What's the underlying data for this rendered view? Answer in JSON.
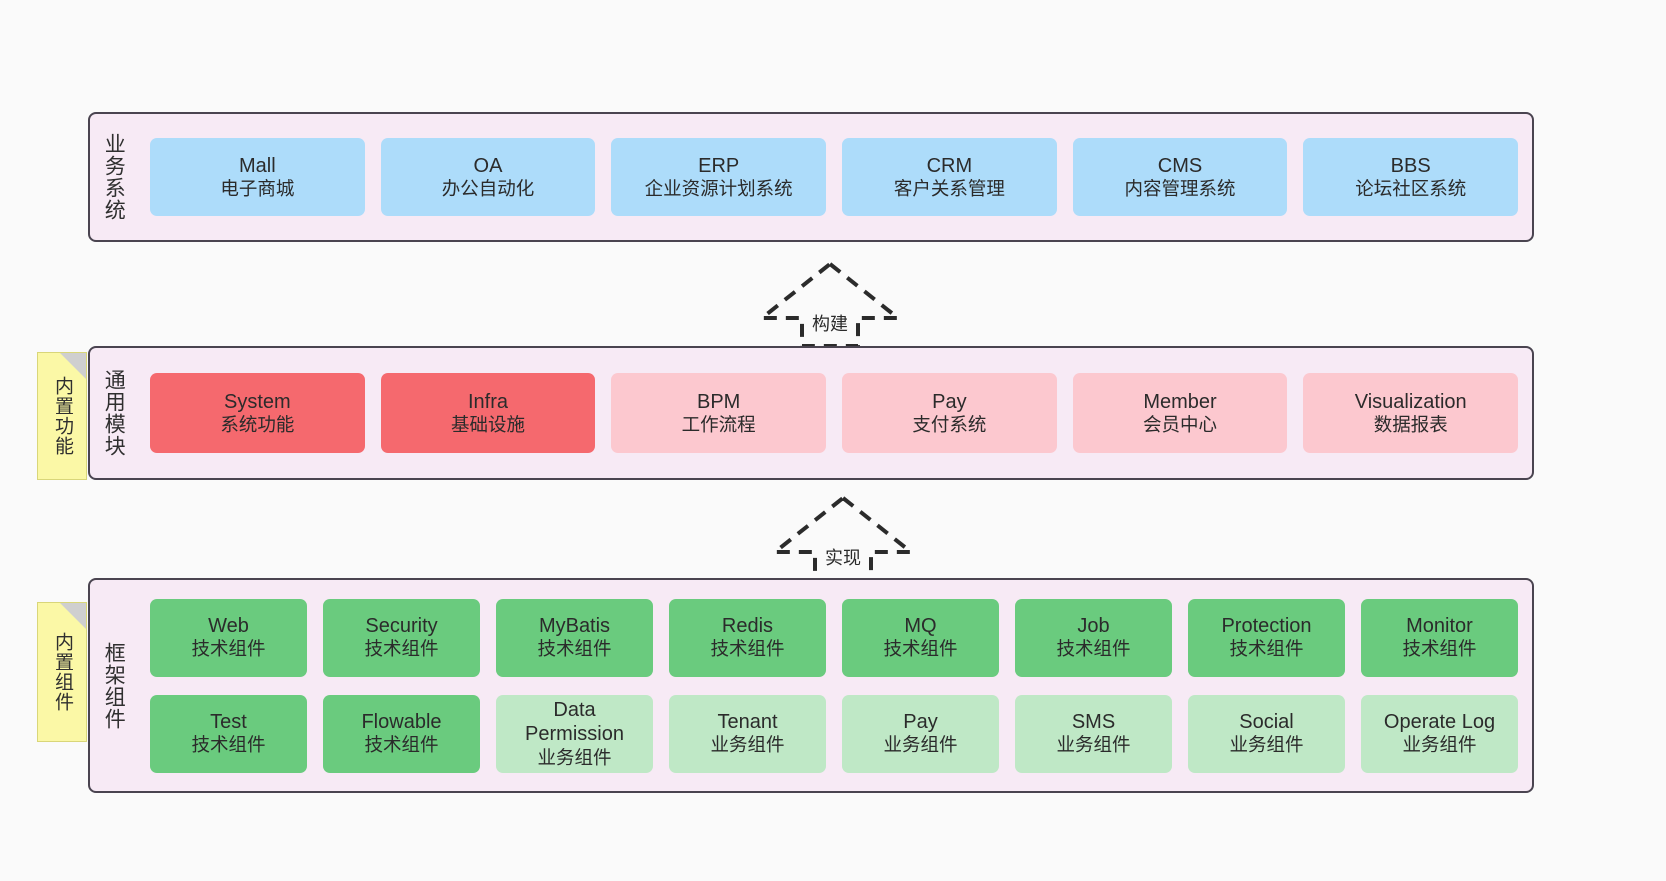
{
  "diagram": {
    "title": "ruoyi-vue-pro architecture layers",
    "background": "#fafafa",
    "panel_bg": "#f7eaf5",
    "panel_border": "#4a4450",
    "colors": {
      "blue": "#addcfa",
      "red": "#f5696e",
      "pink": "#fcc8cf",
      "green": "#6acb7e",
      "light_green": "#bfe8c6",
      "note_yellow": "#fbf8a6"
    }
  },
  "layers": [
    {
      "id": "business-system",
      "title": "业务系统",
      "note": null,
      "rows": [
        {
          "items": [
            {
              "en": "Mall",
              "cn": "电子商城",
              "color": "blue"
            },
            {
              "en": "OA",
              "cn": "办公自动化",
              "color": "blue"
            },
            {
              "en": "ERP",
              "cn": "企业资源计划系统",
              "color": "blue"
            },
            {
              "en": "CRM",
              "cn": "客户关系管理",
              "color": "blue"
            },
            {
              "en": "CMS",
              "cn": "内容管理系统",
              "color": "blue"
            },
            {
              "en": "BBS",
              "cn": "论坛社区系统",
              "color": "blue"
            }
          ]
        }
      ]
    },
    {
      "id": "common-module",
      "title": "通用模块",
      "note": "内置功能",
      "rows": [
        {
          "items": [
            {
              "en": "System",
              "cn": "系统功能",
              "color": "red"
            },
            {
              "en": "Infra",
              "cn": "基础设施",
              "color": "red"
            },
            {
              "en": "BPM",
              "cn": "工作流程",
              "color": "pink"
            },
            {
              "en": "Pay",
              "cn": "支付系统",
              "color": "pink"
            },
            {
              "en": "Member",
              "cn": "会员中心",
              "color": "pink"
            },
            {
              "en": "Visualization",
              "cn": "数据报表",
              "color": "pink"
            }
          ]
        }
      ]
    },
    {
      "id": "framework-component",
      "title": "框架组件",
      "note": "内置组件",
      "rows": [
        {
          "items": [
            {
              "en": "Web",
              "cn": "技术组件",
              "color": "green"
            },
            {
              "en": "Security",
              "cn": "技术组件",
              "color": "green"
            },
            {
              "en": "MyBatis",
              "cn": "技术组件",
              "color": "green"
            },
            {
              "en": "Redis",
              "cn": "技术组件",
              "color": "green"
            },
            {
              "en": "MQ",
              "cn": "技术组件",
              "color": "green"
            },
            {
              "en": "Job",
              "cn": "技术组件",
              "color": "green"
            },
            {
              "en": "Protection",
              "cn": "技术组件",
              "color": "green"
            },
            {
              "en": "Monitor",
              "cn": "技术组件",
              "color": "green"
            }
          ]
        },
        {
          "items": [
            {
              "en": "Test",
              "cn": "技术组件",
              "color": "green"
            },
            {
              "en": "Flowable",
              "cn": "技术组件",
              "color": "green"
            },
            {
              "en": "Data Permission",
              "cn": "业务组件",
              "color": "light_green"
            },
            {
              "en": "Tenant",
              "cn": "业务组件",
              "color": "light_green"
            },
            {
              "en": "Pay",
              "cn": "业务组件",
              "color": "light_green"
            },
            {
              "en": "SMS",
              "cn": "业务组件",
              "color": "light_green"
            },
            {
              "en": "Social",
              "cn": "业务组件",
              "color": "light_green"
            },
            {
              "en": "Operate Log",
              "cn": "业务组件",
              "color": "light_green"
            }
          ]
        }
      ]
    }
  ],
  "connectors": [
    {
      "id": "build",
      "label": "构建"
    },
    {
      "id": "implement",
      "label": "实现"
    }
  ]
}
